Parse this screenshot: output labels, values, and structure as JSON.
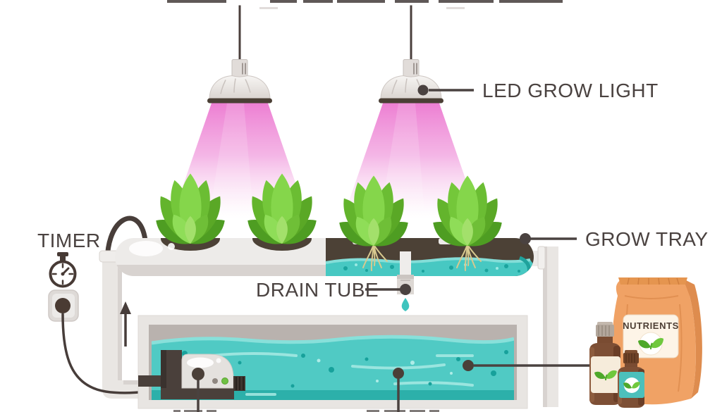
{
  "diagram": {
    "name": "hydroponic-grow-system-infographic",
    "labels": {
      "led_grow_light": "LED GROW LIGHT",
      "timer": "TIMER",
      "grow_tray": "GROW TRAY",
      "drain_tube": "DRAIN TUBE"
    },
    "bag": {
      "label": "NUTRIENTS"
    },
    "components": [
      "led grow light (x2)",
      "pink light beam (x2)",
      "lettuce plant (x4)",
      "timer stopwatch",
      "power outlet with plug",
      "power cord",
      "supply pipe with up arrow",
      "dark feed hose",
      "grow tray with cutaway water",
      "drain tube with water drop",
      "return pipe",
      "reservoir with water",
      "water pump with green indicator",
      "nutrients bag",
      "nutrient bottles (x2)"
    ],
    "colors": {
      "label_text": "#4a4240",
      "callout_line": "#4a4240",
      "beam_pink": "#ee7fd4",
      "lamp_gray": "#e9e5e2",
      "water_teal": "#50cac4",
      "water_dark_band": "#2cb0aa",
      "leaf_green": "#6bbd33",
      "tray_gray": "#edebe9",
      "interior_dark_brown": "#4c4136",
      "reservoir_wall": "#b9b2ae",
      "bag_orange": "#f0a265",
      "bottle_brown": "#7d4f35",
      "small_bottle_label_teal": "#4cc0bb",
      "indicator_green": "#6fc044"
    }
  }
}
